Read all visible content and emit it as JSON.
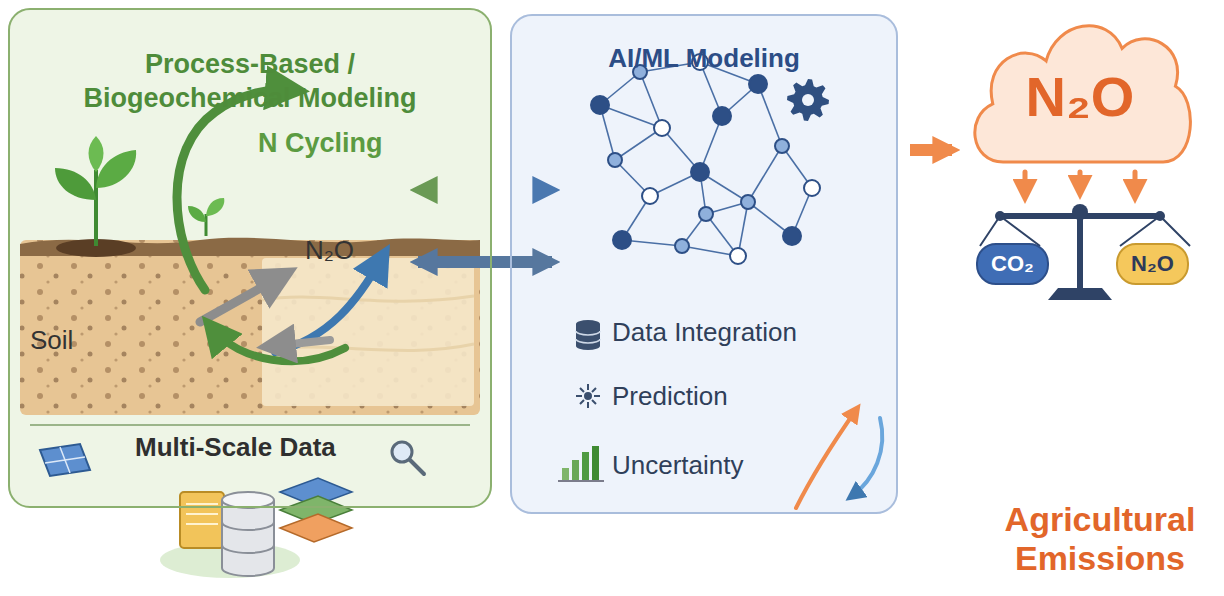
{
  "diagram": {
    "nodes": [
      {
        "text": [
          "Process-Based / Biogeochemical Modeling"
        ]
      },
      {
        "text": [
          "AI/ML Modeling"
        ]
      },
      {
        "text": [
          "N₂O"
        ]
      },
      {
        "text": [
          "CO₂"
        ]
      },
      {
        "text": [
          "N₂O"
        ]
      }
    ],
    "edges": [
      {
        "from": 0,
        "to": 1,
        "arrow": "both"
      },
      {
        "from": 0,
        "to": 1,
        "arrow": "both"
      },
      {
        "from": 1,
        "to": 2,
        "arrow": "to"
      }
    ],
    "labels": [
      "N Cycling",
      "N₂O",
      "Soil",
      "Multi-Scale Data",
      "Data Integration",
      "Prediction",
      "Uncertainty",
      "Agricultural Emissions"
    ]
  }
}
